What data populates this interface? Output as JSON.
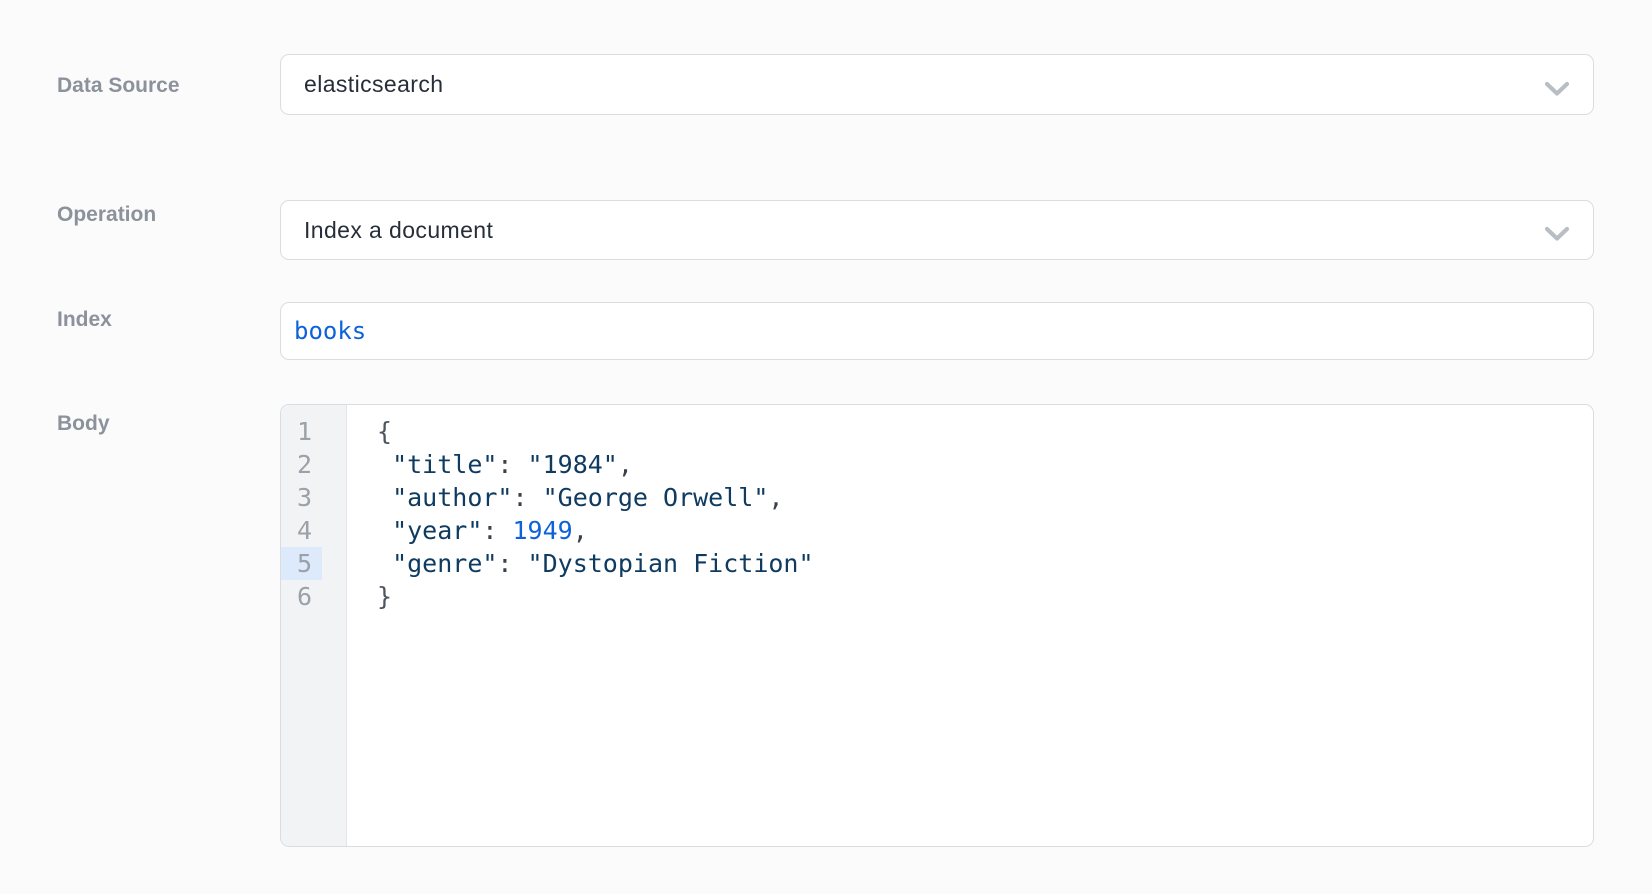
{
  "form": {
    "fields": [
      {
        "label": "Data Source",
        "type": "select",
        "value": "elasticsearch"
      },
      {
        "label": "Operation",
        "type": "select",
        "value": "Index a document"
      },
      {
        "label": "Index",
        "type": "text",
        "value": "books"
      },
      {
        "label": "Body",
        "type": "code"
      }
    ]
  },
  "editor": {
    "active_line": 5,
    "lines": [
      {
        "number": "1",
        "tokens": [
          [
            "{",
            "brace"
          ]
        ]
      },
      {
        "number": "2",
        "tokens": [
          [
            " ",
            "delim"
          ],
          [
            "\"title\"",
            "string"
          ],
          [
            ":",
            "delim"
          ],
          [
            " ",
            "delim"
          ],
          [
            "\"1984\"",
            "string"
          ],
          [
            ",",
            "delim"
          ]
        ]
      },
      {
        "number": "3",
        "tokens": [
          [
            " ",
            "delim"
          ],
          [
            "\"author\"",
            "string"
          ],
          [
            ":",
            "delim"
          ],
          [
            " ",
            "delim"
          ],
          [
            "\"George Orwell\"",
            "string"
          ],
          [
            ",",
            "delim"
          ]
        ]
      },
      {
        "number": "4",
        "tokens": [
          [
            " ",
            "delim"
          ],
          [
            "\"year\"",
            "string"
          ],
          [
            ":",
            "delim"
          ],
          [
            " ",
            "delim"
          ],
          [
            "1949",
            "number"
          ],
          [
            ",",
            "delim"
          ]
        ]
      },
      {
        "number": "5",
        "tokens": [
          [
            " ",
            "delim"
          ],
          [
            "\"genre\"",
            "string"
          ],
          [
            ":",
            "delim"
          ],
          [
            " ",
            "delim"
          ],
          [
            "\"Dystopian Fiction\"",
            "string"
          ]
        ]
      },
      {
        "number": "6",
        "tokens": [
          [
            "}",
            "brace"
          ]
        ]
      }
    ]
  },
  "colors": {
    "page_background": "#fbfbfb",
    "field_border": "#d9dde2",
    "label_gray": "#8c929c",
    "value_dark": "#262e3a",
    "accent_blue": "#0d62d9",
    "string_navy": "#0f3b61",
    "gutter_background": "#f2f3f4",
    "active_line_gutter": "#ddeafc",
    "chevron_gray": "#b9bdc4"
  }
}
